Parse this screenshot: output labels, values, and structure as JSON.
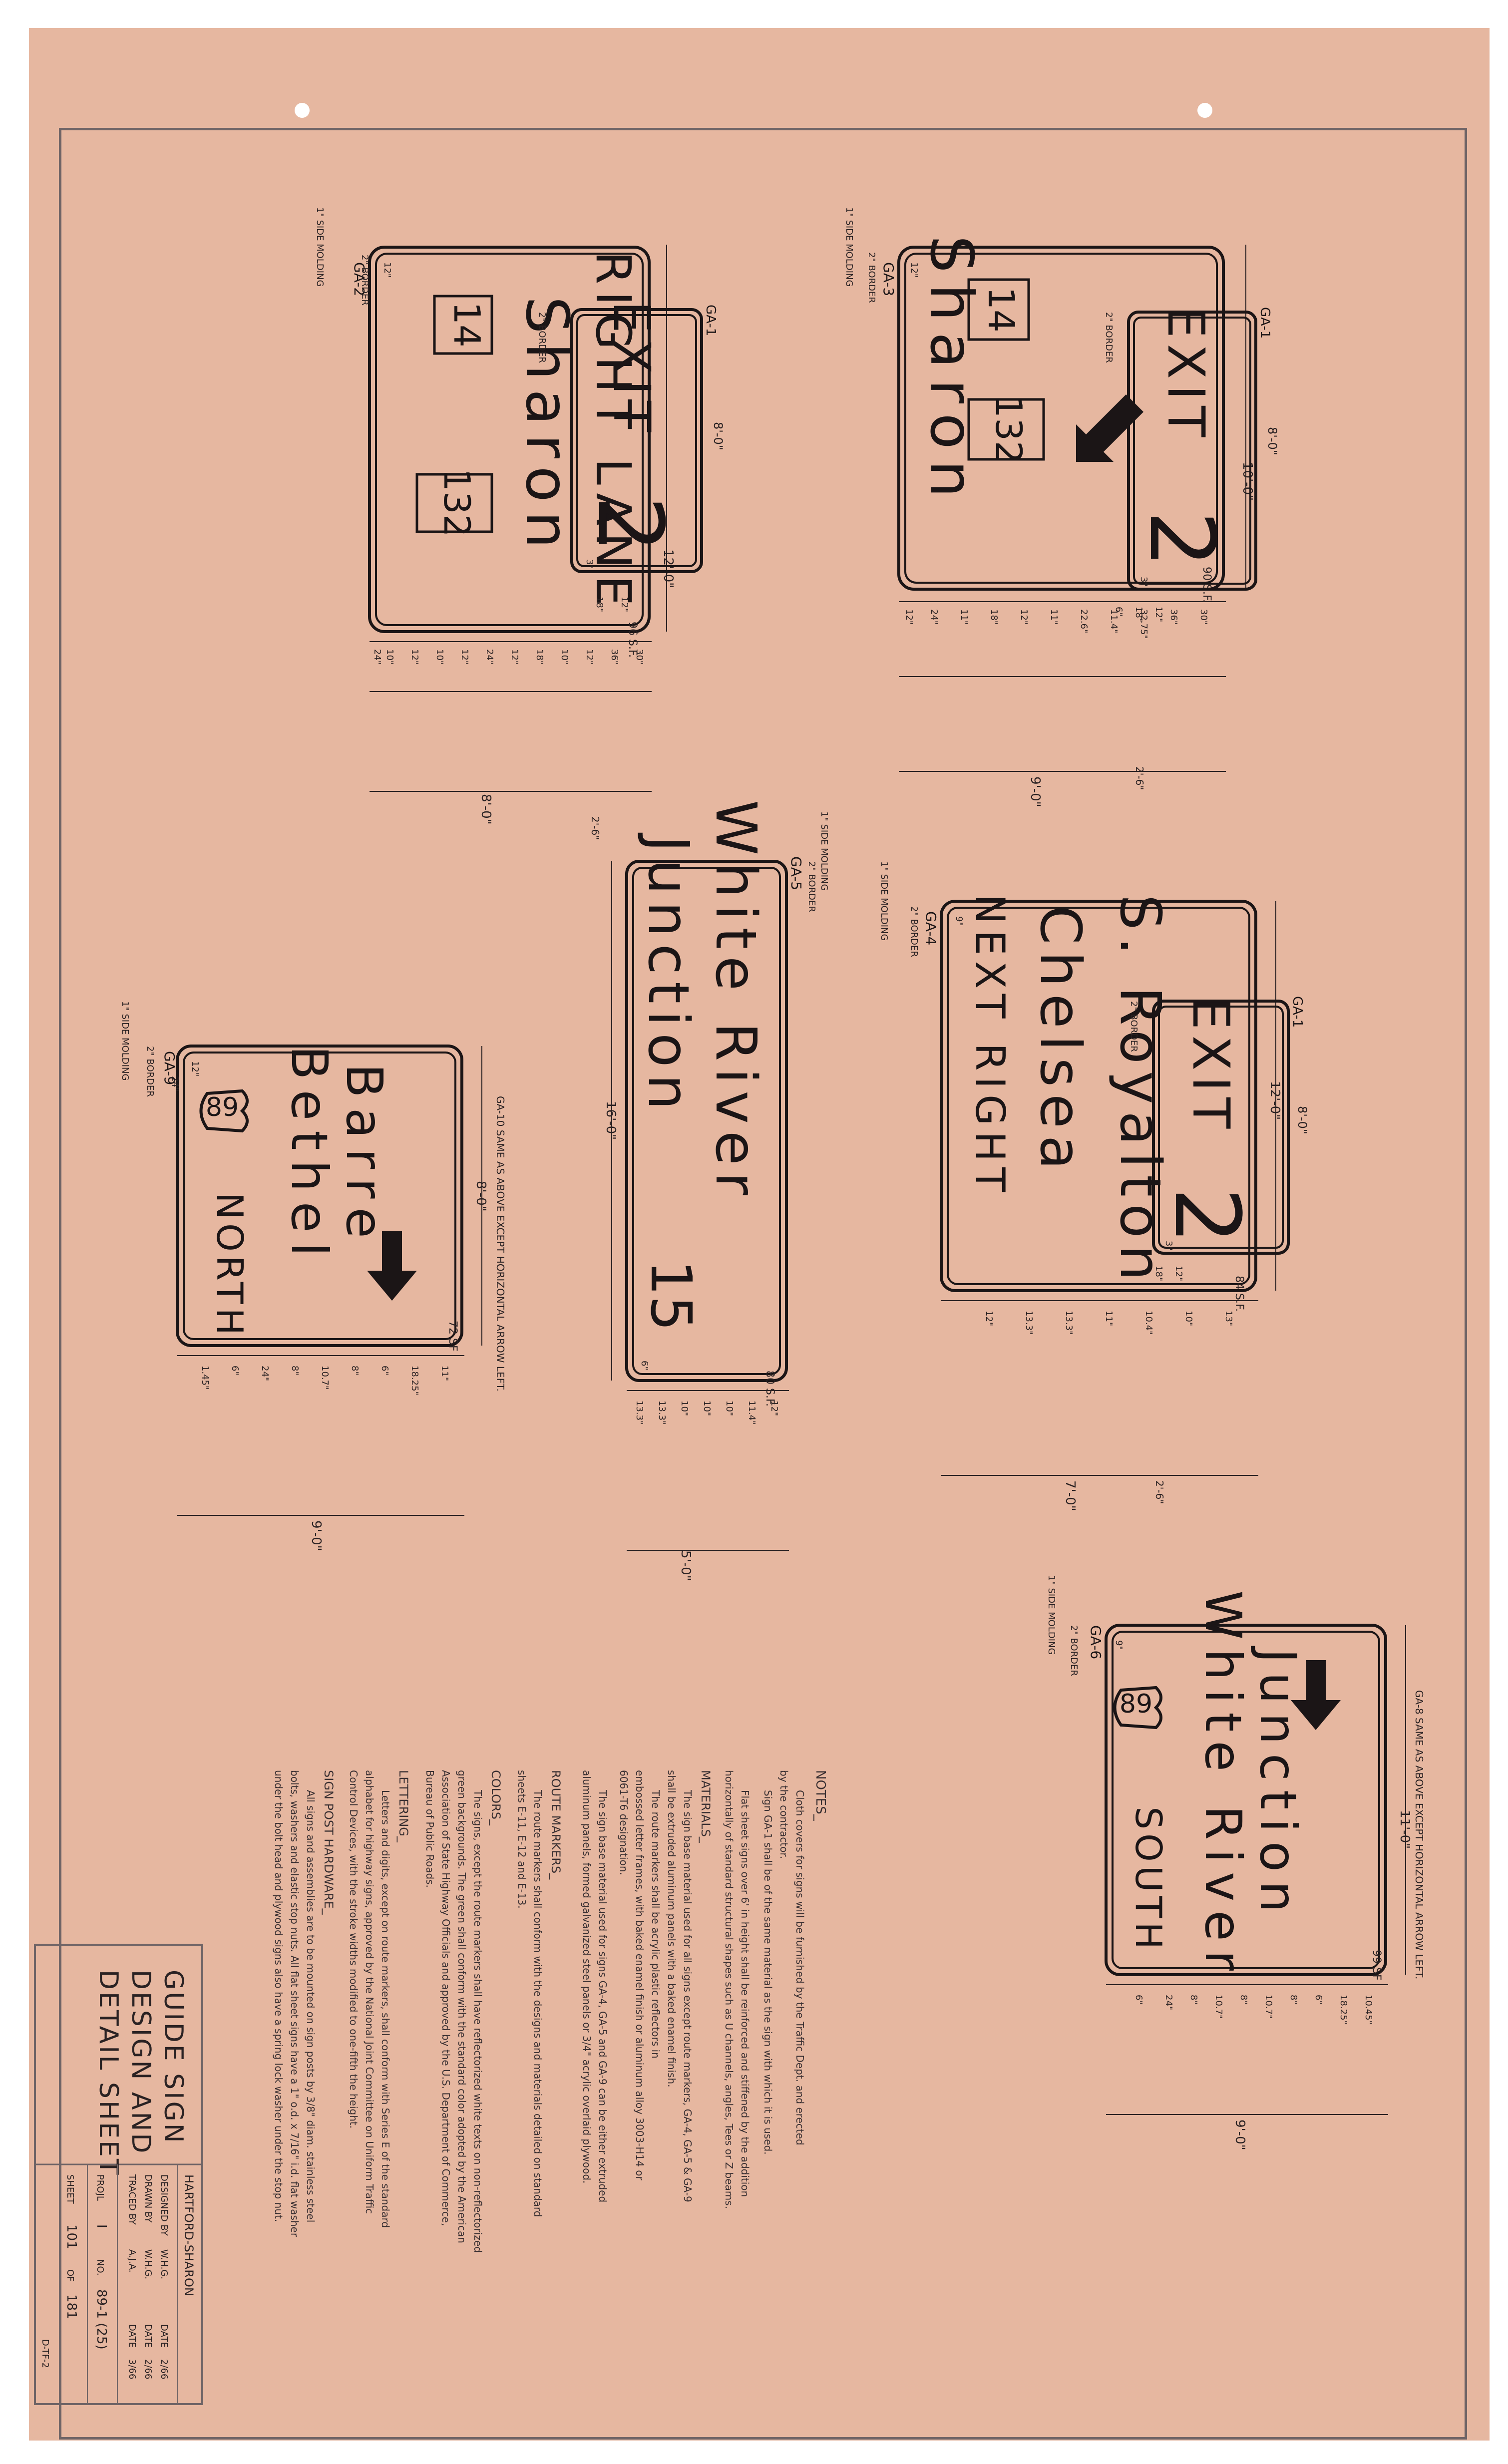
{
  "signs": {
    "ga2": {
      "label": "GA-2",
      "route_left": "14",
      "route_right": "132",
      "line1": "Sharon",
      "line2": "RIGHT LANE",
      "area": "96 S.F.",
      "width": "8'-0\"",
      "height": "12'-0\"",
      "border": "2\" BORDER",
      "molding": "1\" SIDE MOLDING",
      "radius": "12\"",
      "dims": [
        "30\"",
        "36\"",
        "12\"",
        "10\"",
        "18\"",
        "12\"",
        "24\"",
        "12\"",
        "10\"",
        "12\"",
        "10\"",
        "24\""
      ]
    },
    "ga1": {
      "label": "GA-1",
      "word": "EXIT",
      "num": "2",
      "border": "2\" BORDER",
      "width": "8'-0\"",
      "radius": "3\"",
      "dims": [
        "12\"",
        "18\"",
        "2'-6\""
      ]
    },
    "ga3": {
      "label": "GA-3",
      "word": "Sharon",
      "route_left": "14",
      "route_right": "132",
      "area": "90 S.F.",
      "width": "9'-0\"",
      "height": "10'-0\"",
      "border": "2\" BORDER",
      "molding": "1\" SIDE MOLDING",
      "radius": "12\"",
      "dims": [
        "30\"",
        "36\"",
        "32.75\"",
        "11.4\"",
        "22.6\"",
        "11\"",
        "12\"",
        "18\"",
        "11\"",
        "24\"",
        "12\""
      ]
    },
    "ga1b": {
      "label": "GA-1",
      "word": "EXIT",
      "num": "2",
      "border": "2\" BORDER",
      "width": "8'-0\"",
      "radius": "3\"",
      "dims": [
        "12\"",
        "18\"",
        "6\"",
        "2'-6\""
      ]
    },
    "ga5": {
      "label": "GA-5",
      "line1": "White River",
      "line2": "Junction",
      "num": "15",
      "area": "80 S.F.",
      "width": "16'-0\"",
      "height": "5'-0\"",
      "border": "2\" BORDER",
      "molding": "1\" SIDE MOLDING",
      "radius": "6\"",
      "dims": [
        "12\"",
        "11.4\"",
        "10\"",
        "10\"",
        "10\"",
        "13.3\"",
        "13.3\""
      ]
    },
    "ga4": {
      "label": "GA-4",
      "line1": "S. Royalton",
      "line2": "Chelsea",
      "line3": "NEXT RIGHT",
      "area": "84 S.F.",
      "width": "12'-0\"",
      "height": "7'-0\"",
      "border": "2\" BORDER",
      "molding": "1\" SIDE MOLDING",
      "radius": "9\"",
      "dims": [
        "13\"",
        "10\"",
        "10.4\"",
        "11\"",
        "13.3\"",
        "13.3\"",
        "12\""
      ]
    },
    "ga1c": {
      "label": "GA-1",
      "word": "EXIT",
      "num": "2",
      "border": "2\" BORDER",
      "width": "8'-0\"",
      "radius": "3\"",
      "dims": [
        "12\"",
        "18\"",
        "2'-6\""
      ]
    },
    "ga9": {
      "label": "GA-9",
      "shield": "89",
      "dir": "NORTH",
      "line1": "Bethel",
      "line2": "Barre",
      "area": "72 SF",
      "width": "8'-0\"",
      "height": "9'-0\"",
      "border": "2\" BORDER",
      "molding": "1\" SIDE MOLDING",
      "radius": "12\"",
      "shield_dim": "24\"",
      "note": "GA-10  SAME AS ABOVE EXCEPT HORIZONTAL ARROW LEFT.",
      "dims": [
        "11\"",
        "18.25\"",
        "6\"",
        "8\"",
        "10.7\"",
        "8\"",
        "24\"",
        "6\"",
        "1.45\""
      ]
    },
    "ga6": {
      "label": "GA-6",
      "shield": "89",
      "dir": "SOUTH",
      "line1": "White River",
      "line2": "Junction",
      "area": "99 SF",
      "width": "11'-0\"",
      "height": "9'-0\"",
      "border": "2\" BORDER",
      "molding": "1\" SIDE MOLDING",
      "radius": "9\"",
      "note": "GA-8  SAME AS ABOVE EXCEPT HORIZONTAL ARROW LEFT.",
      "dims": [
        "10.45\"",
        "18.25\"",
        "6\"",
        "8\"",
        "10.7\"",
        "8\"",
        "10.7\"",
        "8\"",
        "24\"",
        "6\""
      ]
    }
  },
  "notes": {
    "heading": "NOTES_",
    "lines": [
      "Cloth covers for signs will be furnished by the Traffic Dept. and erected",
      "by the contractor.",
      "Sign GA-1 shall be of the same material as the sign with which it is used.",
      "Flat sheet signs over 6' in height shall be reinforced and stiffened by the addition",
      "horizontally of standard structural shapes such as U channels, angles, Tees or Z beams."
    ],
    "materials_heading": "MATERIALS_",
    "materials": [
      "The sign base material used for all signs except route markers, GA-4, GA-5 & GA-9",
      "shall be extruded aluminum panels with a baked enamel finish.",
      "The route markers shall be acrylic plastic reflectors in",
      "embossed letter frames, with baked enamel finish or aluminum alloy 3003-H14 or",
      "6061-T6 designation.",
      "The sign base material used for signs GA-4, GA-5 and GA-9 can be either extruded",
      "aluminum panels, formed galvanized steel panels or 3/4\" acrylic overlaid plywood."
    ],
    "route_heading": "ROUTE MARKERS_",
    "route": [
      "The route markers shall conform with the designs and materials detailed on standard",
      "sheets E-11, E-12 and E-13."
    ],
    "colors_heading": "COLORS_",
    "colors": [
      "The signs, except the route markers shall have reflectorized white texts on non-reflectorized",
      "green backgrounds. The green shall conform with the standard color adopted by the American",
      "Association of State Highway Officials and approved by the U.S. Department of Commerce,",
      "Bureau of Public Roads."
    ],
    "lettering_heading": "LETTERING_",
    "lettering": [
      "Letters and digits, except on route markers, shall conform with Series E of the standard",
      "alphabet for highway signs, approved by the National Joint Committee on Uniform Traffic",
      "Control Devices, with the stroke widths modified to one-fifth the height."
    ],
    "post_heading": "SIGN POST HARDWARE_",
    "post": [
      "All signs and assemblies are to be mounted on sign posts by 3/8\" diam. stainless steel",
      "bolts, washers and elastic stop nuts. All flat sheet signs have a 1\" o.d. x 7/16\" i.d. flat washer",
      "under the bolt head and plywood signs also have a spring lock washer under the stop nut."
    ]
  },
  "title_block": {
    "title1": "GUIDE  SIGN",
    "title2": "DESIGN  AND",
    "title3": "DETAIL  SHEET",
    "project": "HARTFORD-SHARON",
    "designed_label": "DESIGNED BY",
    "designed": "W.H.G.",
    "designed_date": "2/66",
    "drawn_label": "DRAWN BY",
    "drawn": "W.H.G.",
    "drawn_date": "2/66",
    "traced_label": "TRACED BY",
    "traced": "A.J.A.",
    "traced_date": "3/66",
    "date_label": "DATE",
    "projl_label": "PROJL",
    "projl": "I",
    "no_label": "NO.",
    "no": "89-1 (25)",
    "sheet_label": "SHEET",
    "sheet": "101",
    "of_label": "OF",
    "of": "181",
    "ref": "D-TF-2"
  }
}
